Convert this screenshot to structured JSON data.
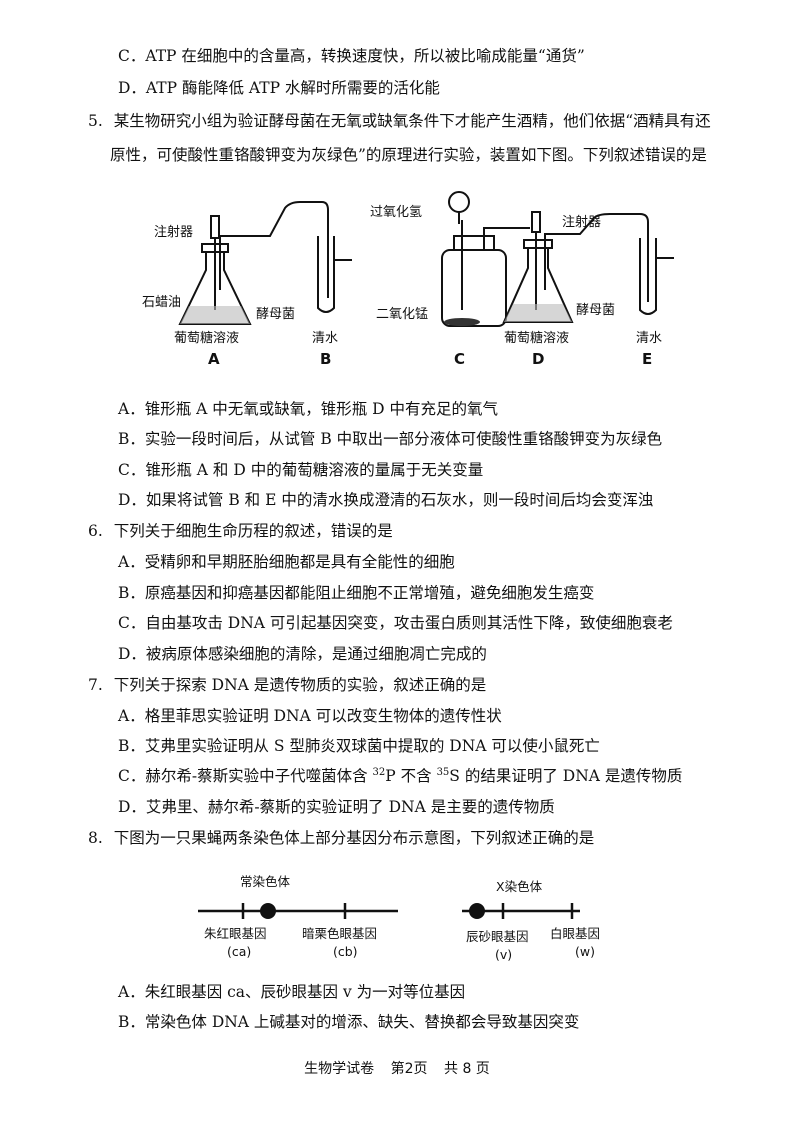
{
  "q4_options": {
    "C": "C．ATP 在细胞中的含量高，转换速度快，所以被比喻成能量“通货”",
    "D": "D．ATP 酶能降低 ATP 水解时所需要的活化能"
  },
  "q5": {
    "number": "5.",
    "stem_line1": "某生物研究小组为验证酵母菌在无氧或缺氧条件下才能产生酒精，他们依据“酒精具有还",
    "stem_line2": "原性，可使酸性重铬酸钾变为灰绿色”的原理进行实验，装置如下图。下列叙述错误的是",
    "figure": {
      "label_syringe_left": "注射器",
      "label_paraffin": "石蜡油",
      "label_yeast_left": "酵母菌",
      "label_glucose_left": "葡萄糖溶液",
      "label_water_left": "清水",
      "label_h2o2": "过氧化氢",
      "label_mno2": "二氧化锰",
      "label_syringe_right": "注射器",
      "label_yeast_right": "酵母菌",
      "label_glucose_right": "葡萄糖溶液",
      "label_water_right": "清水",
      "letters": [
        "A",
        "B",
        "C",
        "D",
        "E"
      ]
    },
    "options": {
      "A": "A．锥形瓶 A 中无氧或缺氧，锥形瓶 D 中有充足的氧气",
      "B": "B．实验一段时间后，从试管 B 中取出一部分液体可使酸性重铬酸钾变为灰绿色",
      "C": "C．锥形瓶 A 和 D 中的葡萄糖溶液的量属于无关变量",
      "D": "D．如果将试管 B 和 E 中的清水换成澄清的石灰水，则一段时间后均会变浑浊"
    }
  },
  "q6": {
    "number": "6.",
    "stem": "下列关于细胞生命历程的叙述，错误的是",
    "options": {
      "A": "A．受精卵和早期胚胎细胞都是具有全能性的细胞",
      "B": "B．原癌基因和抑癌基因都能阻止细胞不正常增殖，避免细胞发生癌变",
      "C": "C．自由基攻击 DNA 可引起基因突变，攻击蛋白质则其活性下降，致使细胞衰老",
      "D": "D．被病原体感染细胞的清除，是通过细胞凋亡完成的"
    }
  },
  "q7": {
    "number": "7.",
    "stem": "下列关于探索 DNA 是遗传物质的实验，叙述正确的是",
    "options": {
      "A": "A．格里菲思实验证明 DNA 可以改变生物体的遗传性状",
      "B": "B．艾弗里实验证明从 S 型肺炎双球菌中提取的 DNA 可以使小鼠死亡",
      "C_pre": "C．赫尔希-蔡斯实验中子代噬菌体含 ",
      "C_sup1": "32",
      "C_mid": "P 不含 ",
      "C_sup2": "35",
      "C_post": "S 的结果证明了 DNA 是遗传物质",
      "D": "D．艾弗里、赫尔希-蔡斯的实验证明了 DNA 是主要的遗传物质"
    }
  },
  "q8": {
    "number": "8.",
    "stem": "下图为一只果蝇两条染色体上部分基因分布示意图，下列叙述正确的是",
    "figure": {
      "autosome_title": "常染色体",
      "gene_ca_name": "朱红眼基因",
      "gene_ca_symbol": "(ca)",
      "gene_cb_name": "暗栗色眼基因",
      "gene_cb_symbol": "(cb)",
      "x_title": "X染色体",
      "gene_v_name": "辰砂眼基因",
      "gene_v_symbol": "(v)",
      "gene_w_name": "白眼基因",
      "gene_w_symbol": "(w)"
    },
    "options": {
      "A": "A．朱红眼基因 ca、辰砂眼基因 v 为一对等位基因",
      "B": "B．常染色体 DNA 上碱基对的增添、缺失、替换都会导致基因突变"
    }
  },
  "footer": {
    "subject": "生物学试卷",
    "page": "第2页",
    "total": "共 8 页"
  }
}
